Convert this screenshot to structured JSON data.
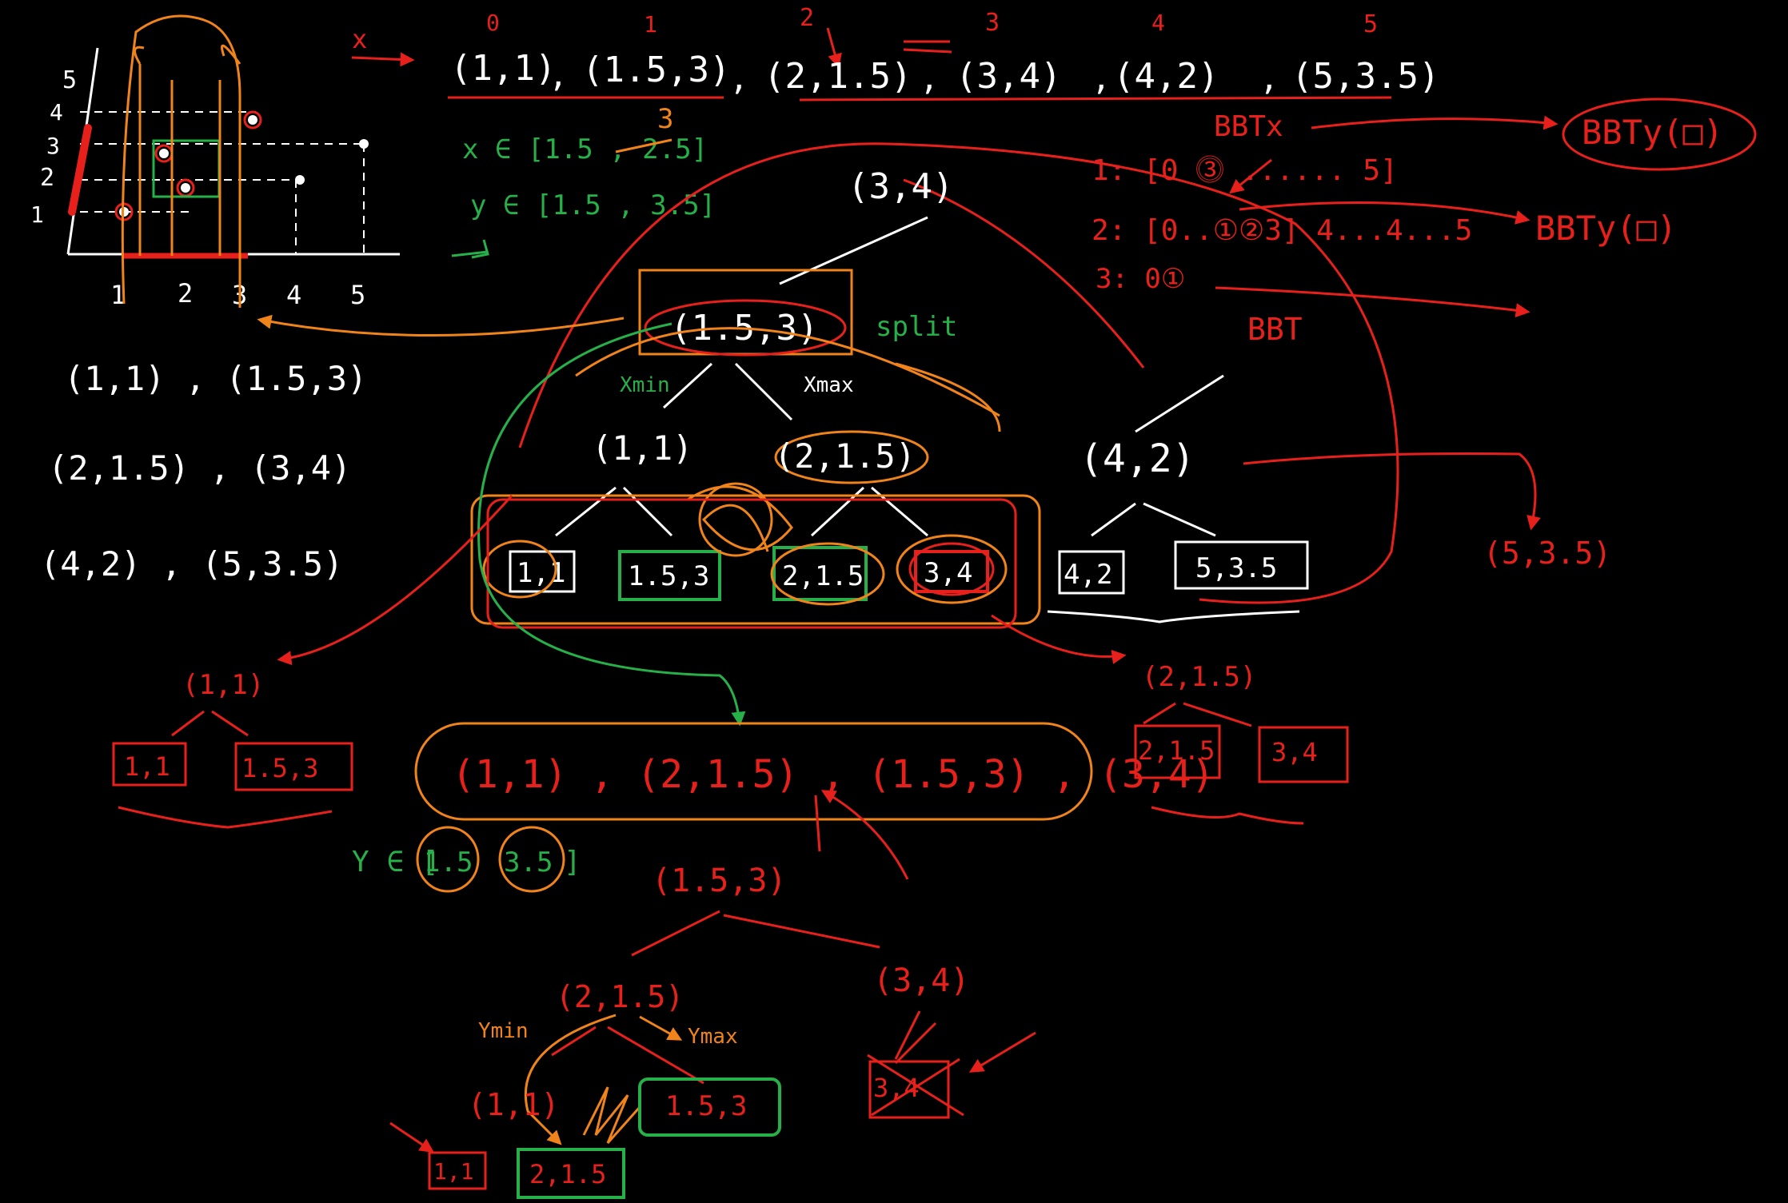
{
  "colors": {
    "background": "#000000",
    "white": "#ffffff",
    "red": "#e8201c",
    "green": "#27b04a",
    "orange": "#f0841a"
  },
  "plot": {
    "y_ticks": [
      "5",
      "4",
      "3",
      "2",
      "1"
    ],
    "x_ticks": [
      "1",
      "2",
      "3",
      "4",
      "5"
    ]
  },
  "header": {
    "x_marker": "x",
    "indices": [
      "0",
      "1",
      "2",
      "3",
      "4",
      "5"
    ],
    "extra_three": "3",
    "points": [
      "(1,1)",
      "(1.5,3)",
      "(2,1.5)",
      "(3,4)",
      "(4,2)",
      "(5,3.5)"
    ],
    "separator": ","
  },
  "query": {
    "x_range": "x ∈ [1.5 , 2.5]",
    "x_range_fix": "3",
    "y_range": "y ∈ [1.5 , 3.5]"
  },
  "pairs": [
    "(1,1) , (1.5,3)",
    "(2,1.5) , (3,4)",
    "(4,2) , (5,3.5)"
  ],
  "bbt_panel": {
    "title": "BBTx",
    "row1": "1: [0 ⓷ ...... 5]",
    "row2": "2: [0..①②3]   4...4...5",
    "row3": "3: 0①",
    "bbt_y_1": "BBTy(□)",
    "bbt_y_2": "BBTy(□)",
    "bbt": "BBT"
  },
  "main_tree": {
    "root": "(3,4)",
    "left": "(1.5,3)",
    "left_left": "(1,1)",
    "left_right": "(2,1.5)",
    "right": "(4,2)",
    "leaves": [
      "1,1",
      "1.5,3",
      "2,1.5",
      "3,4",
      "4,2",
      "5,3.5"
    ],
    "split_label": "split",
    "xmin_label": "Xmin",
    "xmax_label": "Xmax",
    "right_leaf_red": "(5,3.5)"
  },
  "sub_left": {
    "root": "(1,1)",
    "leaves": [
      "1,1",
      "1.5,3"
    ]
  },
  "sub_right": {
    "root": "(2,1.5)",
    "leaves": [
      "2,1.5",
      "3,4"
    ]
  },
  "merged_list": "(1,1) , (2,1.5) , (1.5,3) , (3,4)",
  "y_query": {
    "prefix": "Y ∈ [",
    "a": "1.5",
    "b": "3.5",
    "suffix": "]"
  },
  "y_tree": {
    "root": "(1.5,3)",
    "left": "(2,1.5)",
    "right": "(3,4)",
    "left_left": "(1,1)",
    "leaves": [
      "1,1",
      "2,1.5",
      "1.5,3",
      "3,4"
    ],
    "ymin": "Ymin",
    "ymax": "Ymax"
  }
}
